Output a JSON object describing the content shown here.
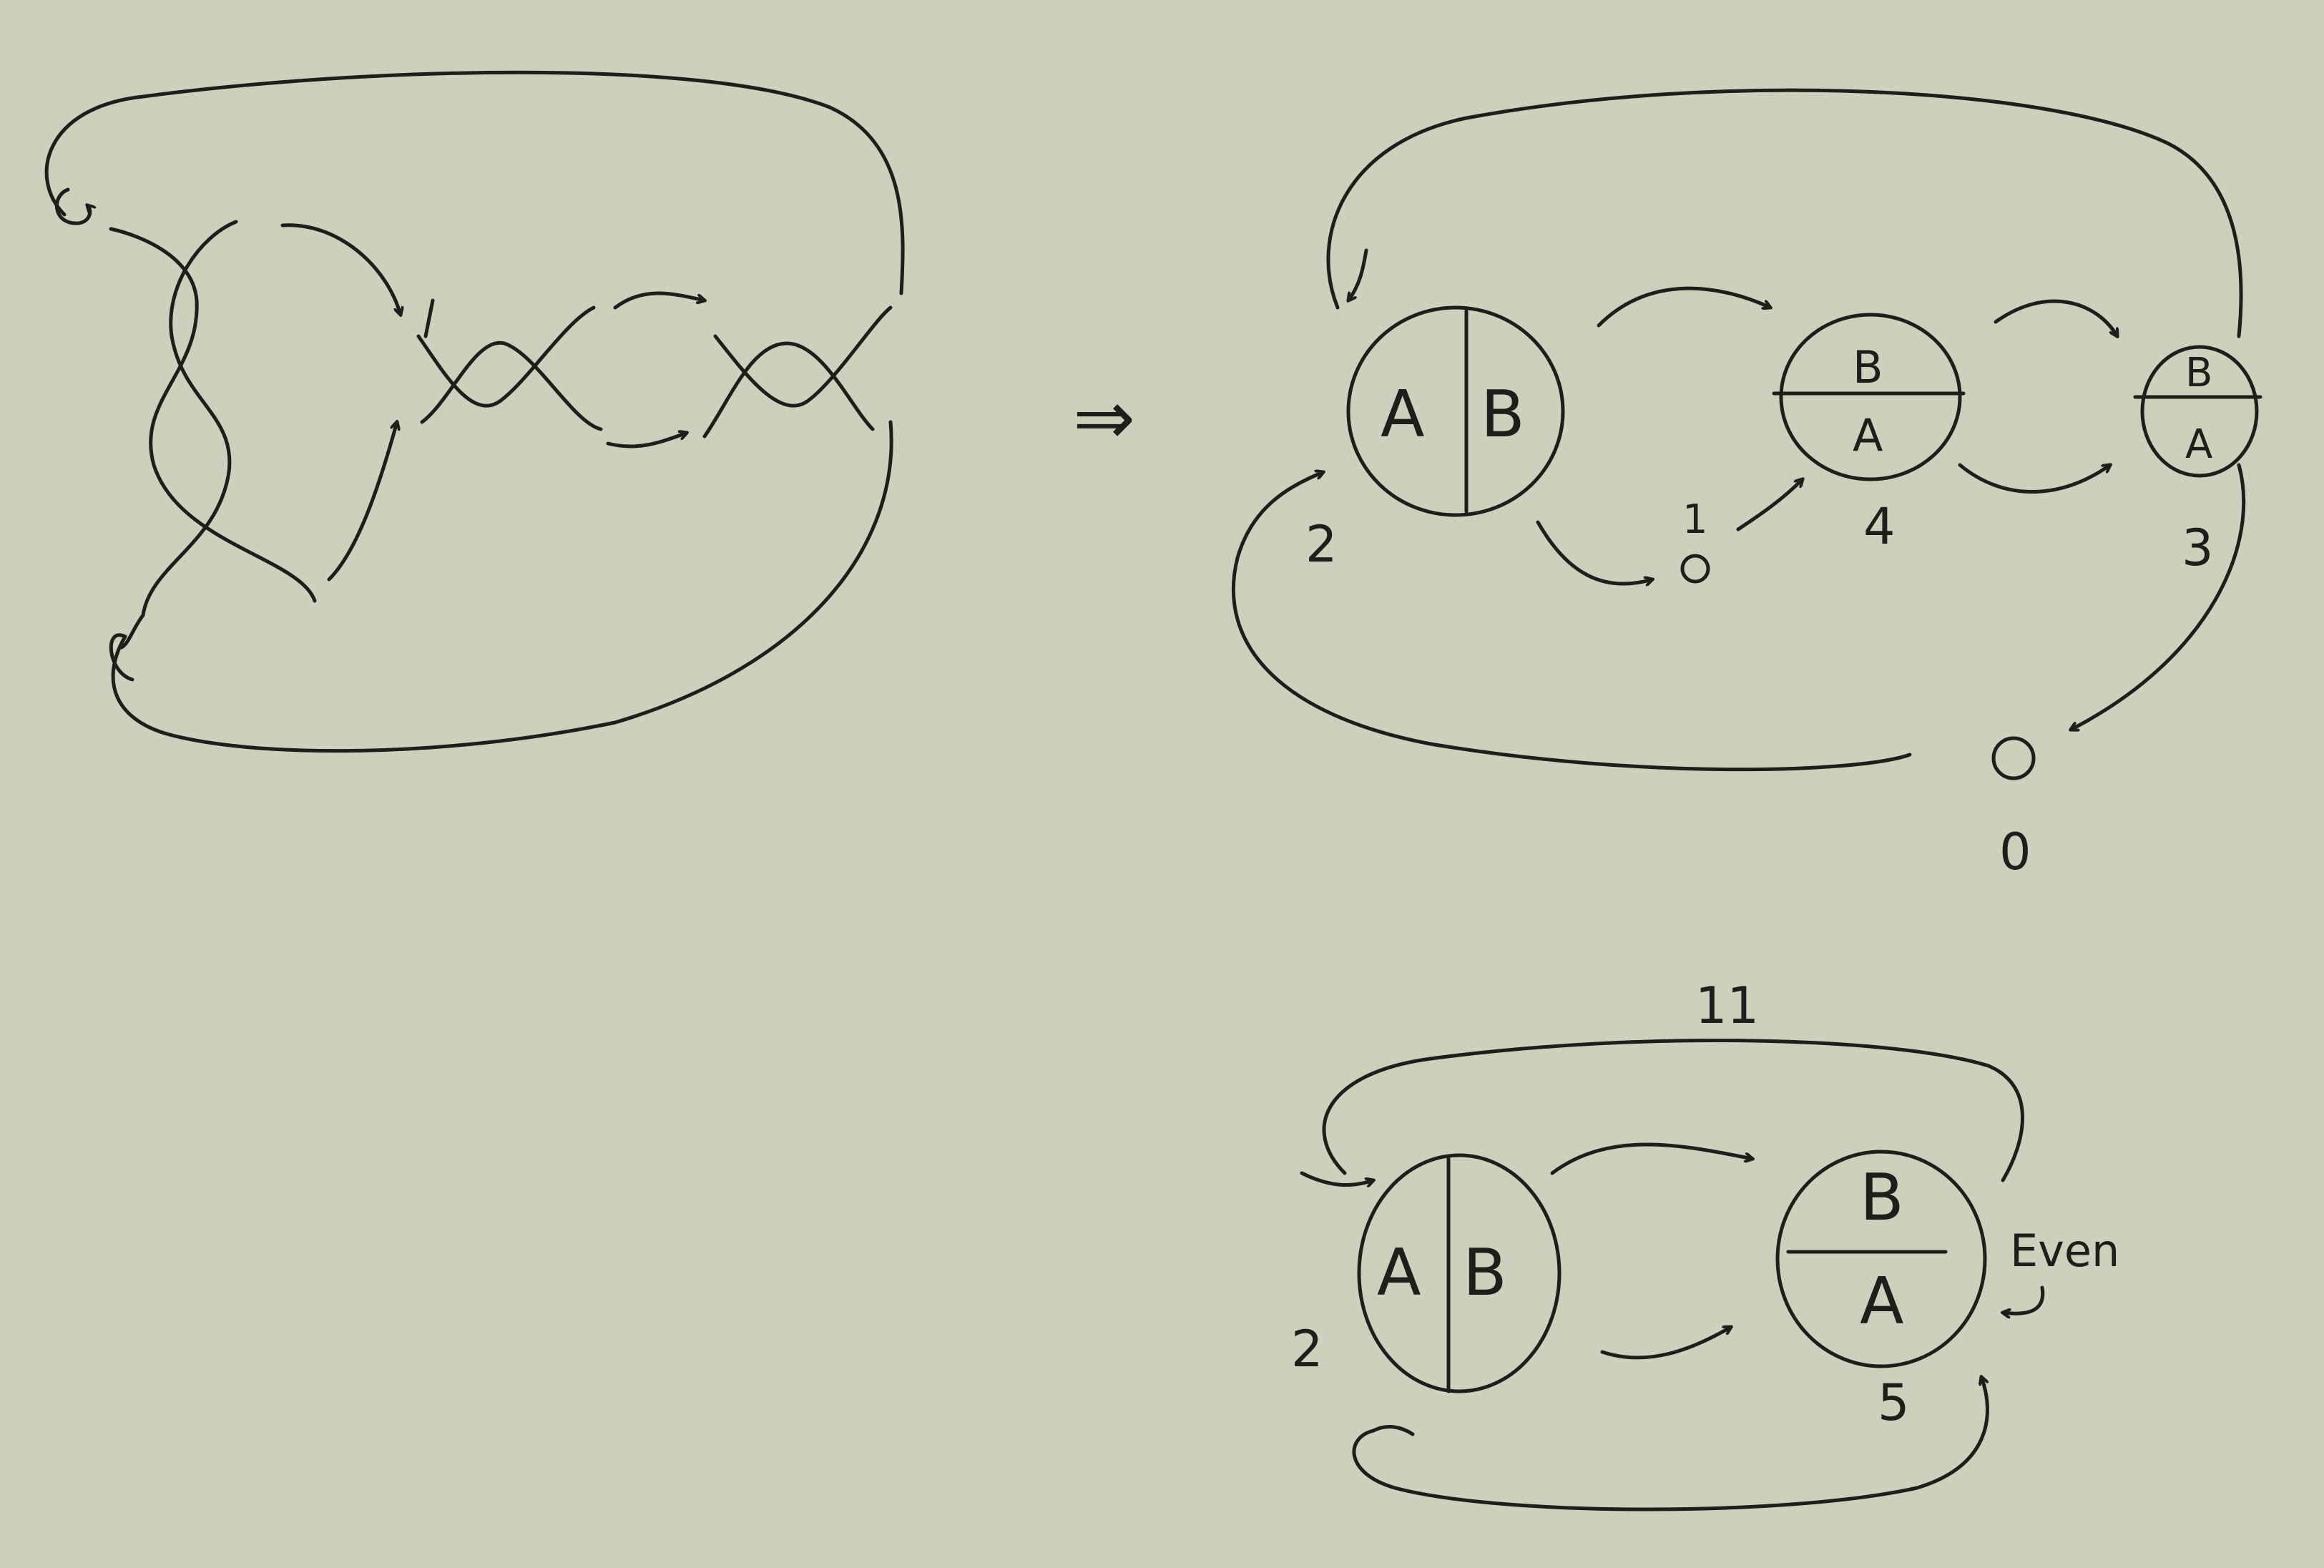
{
  "nodes": {
    "top_ab": {
      "left": "A",
      "right": "B",
      "index": "2"
    },
    "top_ba_1": {
      "top": "B",
      "bottom": "A",
      "index": "4"
    },
    "top_ba_2": {
      "top": "B",
      "bottom": "A",
      "index": "3"
    },
    "top_empty_small": {
      "index": "1"
    },
    "top_empty_zero": {
      "index": "0"
    },
    "bottom_ab": {
      "left": "A",
      "right": "B",
      "index": "2"
    },
    "bottom_ba": {
      "top": "B",
      "bottom": "A",
      "index": "5"
    }
  },
  "labels": {
    "implies": "⇒",
    "bottom_top_number": "11",
    "even": "Even"
  },
  "colors": {
    "paper": "#cfcfbd",
    "ink": "#1e1e1a"
  }
}
